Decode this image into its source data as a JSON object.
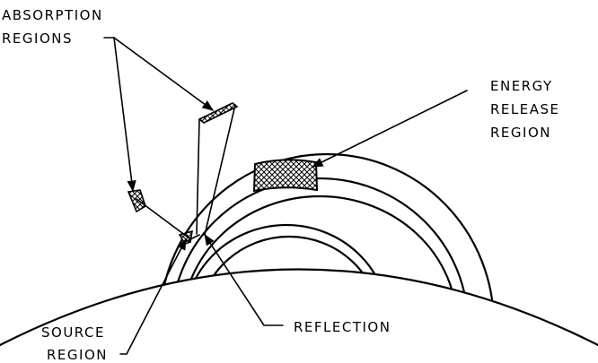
{
  "labels": {
    "absorption_line1": "ABSORPTION",
    "absorption_line2": "REGIONS",
    "energy_line1": "ENERGY",
    "energy_line2": "RELEASE",
    "energy_line3": "REGION",
    "reflection": "REFLECTION",
    "source_line1": "SOURCE",
    "source_line2": "REGION"
  },
  "colors": {
    "ink": "#000000",
    "background": "#ffffff"
  }
}
